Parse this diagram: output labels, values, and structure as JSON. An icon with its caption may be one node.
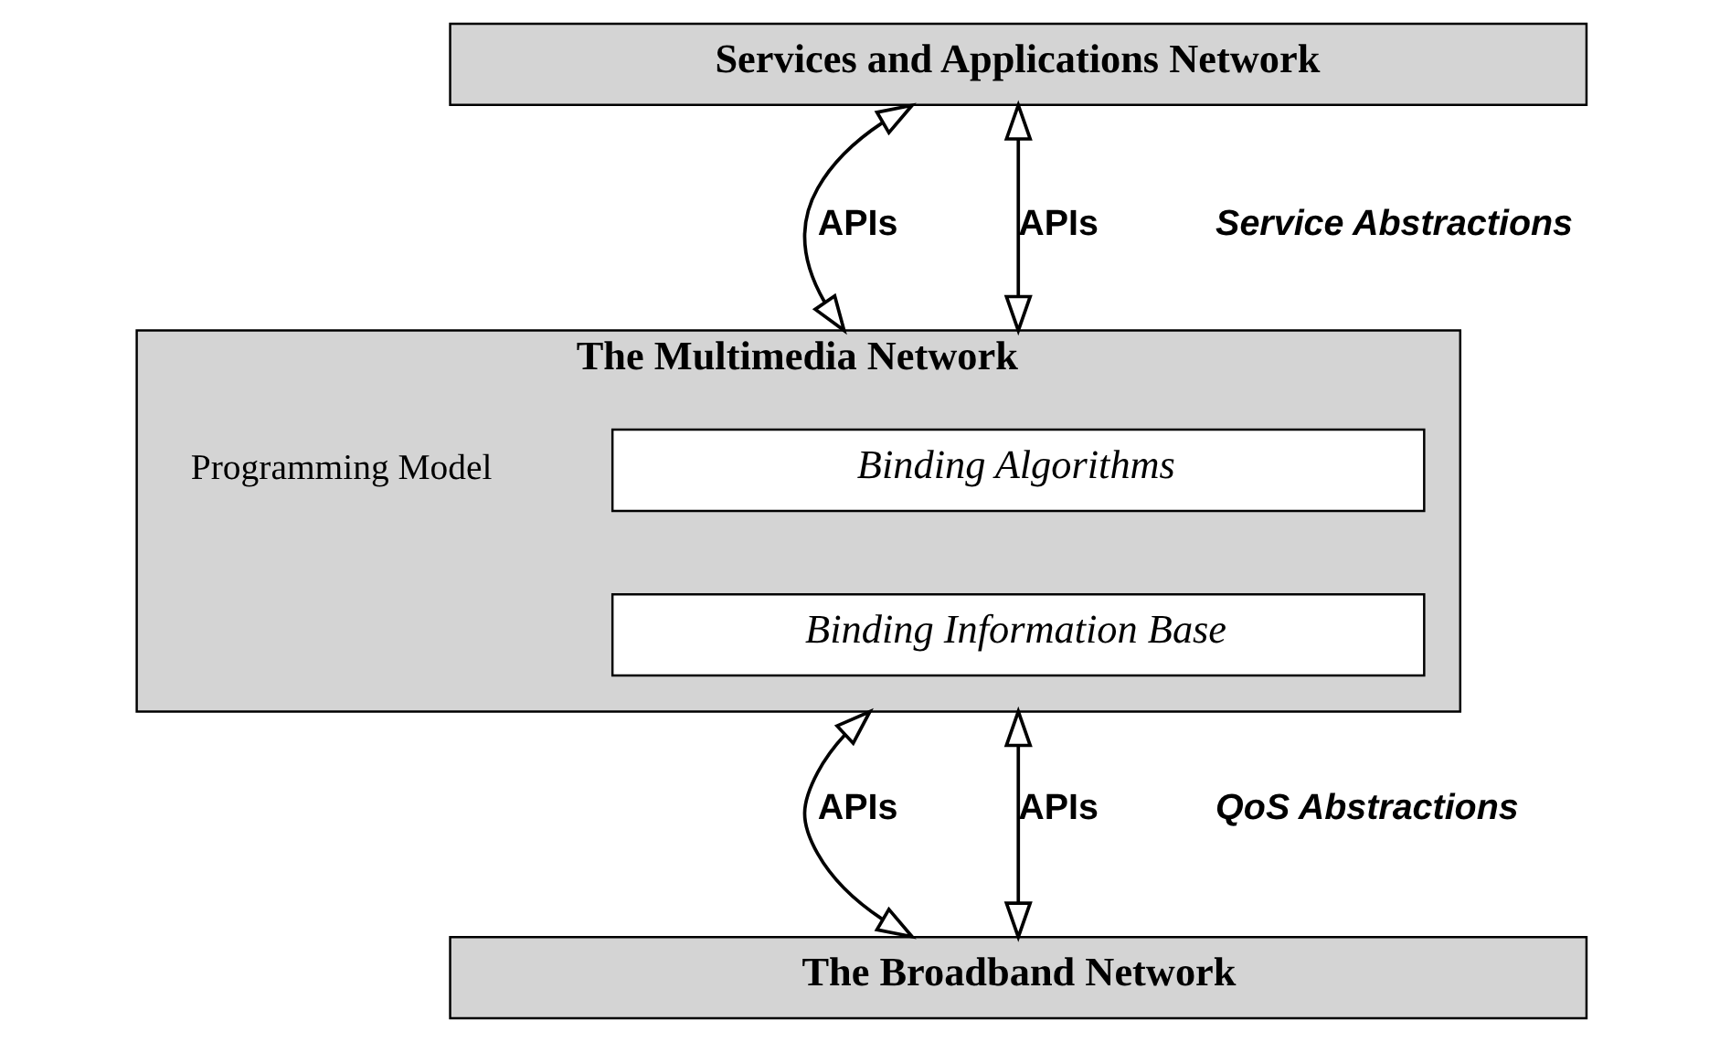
{
  "diagram": {
    "nodes": [
      {
        "text": [
          "Services and Applications Network"
        ]
      },
      {
        "text": [
          "The Multimedia Network"
        ],
        "beside": [
          "Programming Model"
        ]
      },
      {
        "text": [
          "Binding Algorithms"
        ],
        "in": 1
      },
      {
        "text": [
          "Binding Information Base"
        ],
        "in": 1
      },
      {
        "text": [
          "The Broadband Network"
        ]
      }
    ],
    "edges": [
      {
        "from": 0,
        "to": 1,
        "arrow": "both",
        "label": "APIs"
      },
      {
        "from": 0,
        "to": 1,
        "arrow": "both",
        "label": "APIs"
      },
      {
        "from": 1,
        "to": 4,
        "arrow": "both",
        "label": "APIs"
      },
      {
        "from": 1,
        "to": 4,
        "arrow": "both",
        "label": "APIs"
      }
    ],
    "labels": [
      "Service Abstractions",
      "QoS Abstractions"
    ]
  }
}
